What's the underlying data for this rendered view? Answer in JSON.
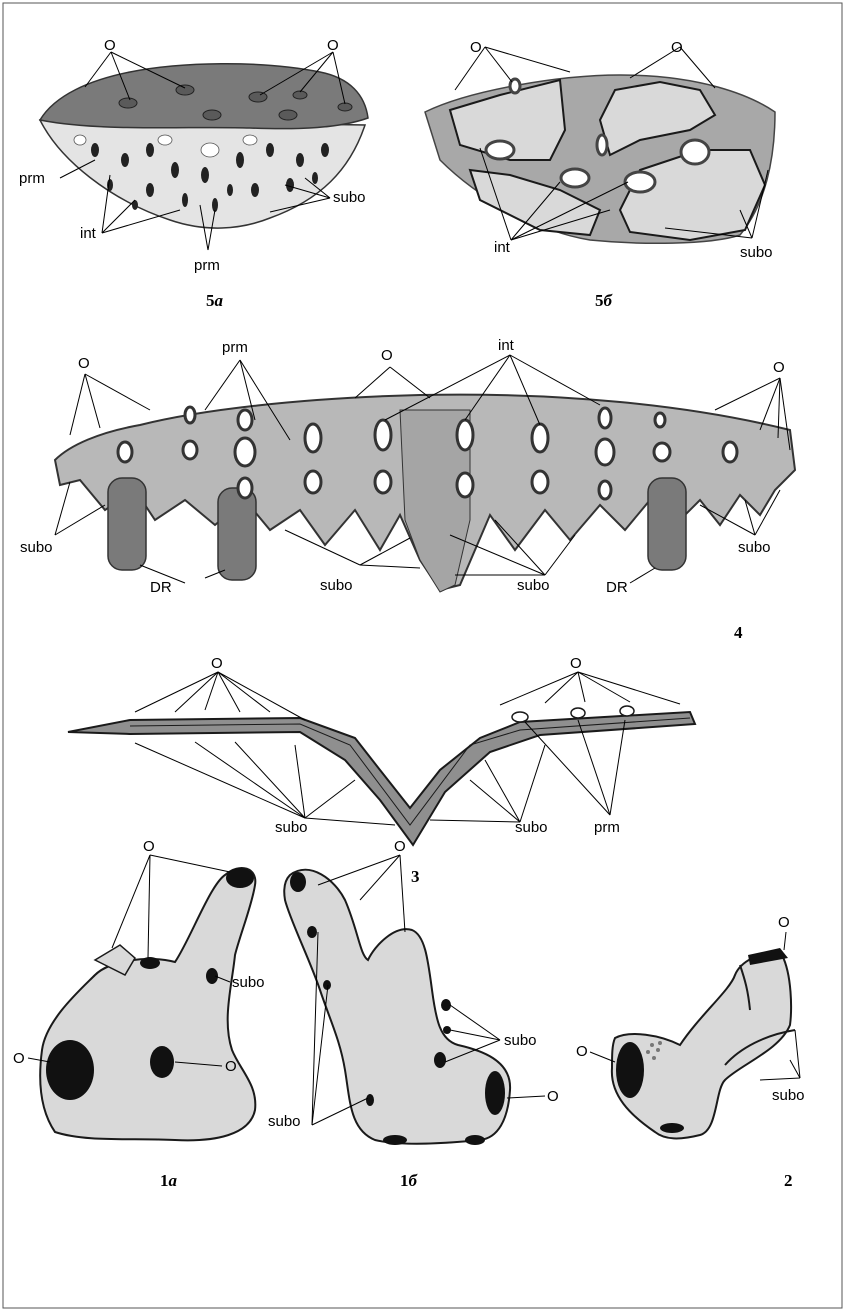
{
  "labels": {
    "O": "O",
    "prm": "prm",
    "int": "int",
    "subo": "subo",
    "DR": "DR"
  },
  "figures": {
    "fig5a": {
      "num": "5",
      "suffix": "а"
    },
    "fig5b": {
      "num": "5",
      "suffix": "б"
    },
    "fig4": {
      "num": "4"
    },
    "fig3": {
      "num": "3"
    },
    "fig1a": {
      "num": "1",
      "suffix": "а"
    },
    "fig1b": {
      "num": "1",
      "suffix": "б"
    },
    "fig2": {
      "num": "2"
    }
  },
  "colors": {
    "dark_gray": "#7a7a7a",
    "mid_gray": "#a8a8a8",
    "light_gray": "#d9d9d9",
    "outline": "#1a1a1a"
  }
}
